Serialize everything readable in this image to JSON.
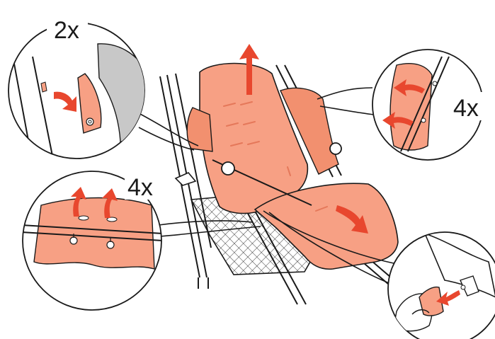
{
  "callouts": {
    "top_left": {
      "count_label": "2x",
      "count": 2
    },
    "right": {
      "count_label": "4x",
      "count": 4
    },
    "left": {
      "count_label": "4x",
      "count": 4
    }
  },
  "colors": {
    "cover": "#f7a084",
    "cover_dark": "#e5785a",
    "arrow": "#e8472e",
    "line": "#1a1a1a",
    "shade": "#c8c8c8"
  }
}
